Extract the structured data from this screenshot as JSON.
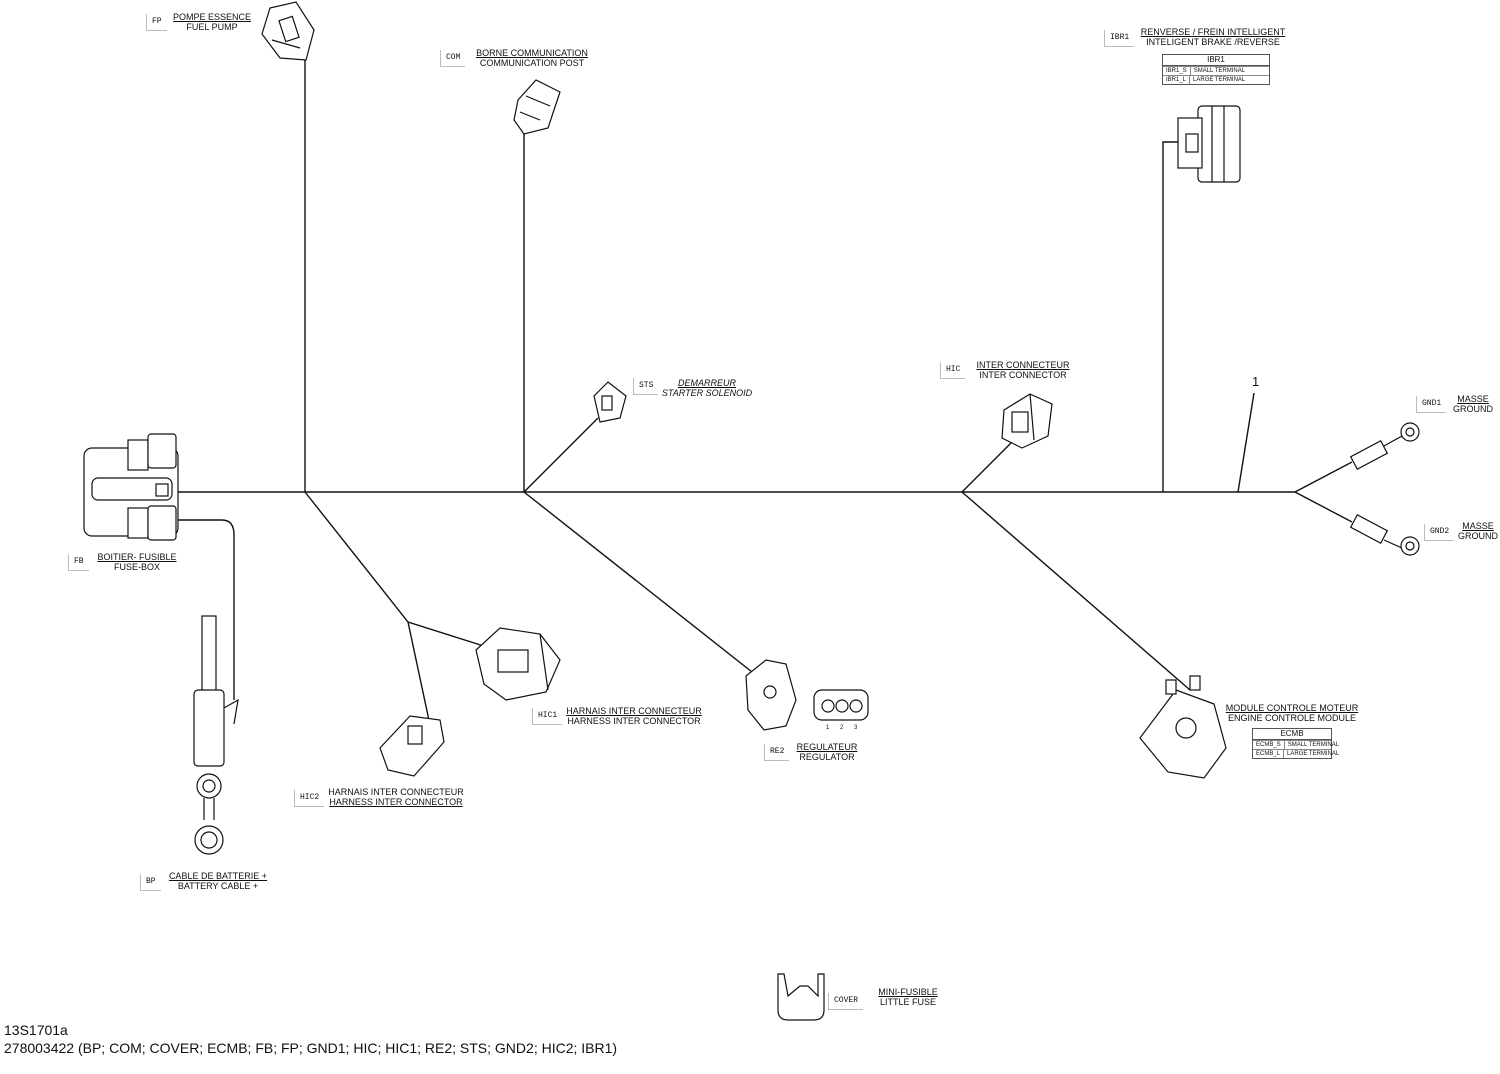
{
  "connectors": {
    "fp": {
      "code": "FP",
      "fr": "POMPE ESSENCE",
      "en": "FUEL PUMP"
    },
    "com": {
      "code": "COM",
      "fr": "BORNE COMMUNICATION",
      "en": "COMMUNICATION POST"
    },
    "ibr1": {
      "code": "IBR1",
      "fr": "RENVERSE / FREIN INTELLIGENT",
      "en": "INTELIGENT BRAKE /REVERSE",
      "table": {
        "title": "IBR1",
        "rows": [
          [
            "IBR1_S",
            "SMALL TERMINAL"
          ],
          [
            "IBR1_L",
            "LARGE TERMINAL"
          ]
        ]
      }
    },
    "sts": {
      "code": "STS",
      "fr": "DEMARREUR",
      "en": "STARTER SOLENOID"
    },
    "hic": {
      "code": "HIC",
      "fr": "INTER CONNECTEUR",
      "en": "INTER CONNECTOR"
    },
    "gnd1": {
      "code": "GND1",
      "fr": "MASSE",
      "en": "GROUND"
    },
    "gnd2": {
      "code": "GND2",
      "fr": "MASSE",
      "en": "GROUND"
    },
    "fb": {
      "code": "FB",
      "fr": "BOITIER- FUSIBLE",
      "en": "FUSE-BOX"
    },
    "hic1": {
      "code": "HIC1",
      "fr": "HARNAIS INTER CONNECTEUR",
      "en": "HARNESS INTER CONNECTOR"
    },
    "re2": {
      "code": "RE2",
      "fr": "REGULATEUR",
      "en": "REGULATOR",
      "pins": [
        "1",
        "2",
        "3"
      ]
    },
    "ecmb": {
      "code": "ECMB",
      "fr": "MODULE CONTROLE MOTEUR",
      "en": "ENGINE CONTROLE MODULE",
      "table": {
        "title": "ECMB",
        "rows": [
          [
            "ECMB_S",
            "SMALL TERMINAL"
          ],
          [
            "ECMB_L",
            "LARGE TERMINAL"
          ]
        ]
      }
    },
    "hic2": {
      "code": "HIC2",
      "fr": "HARNAIS INTER CONNECTEUR",
      "en": "HARNESS INTER CONNECTOR"
    },
    "bp": {
      "code": "BP",
      "fr": "CABLE DE BATTERIE +",
      "en": "BATTERY CABLE +"
    },
    "cover": {
      "code": "COVER",
      "fr": "MINI-FUSIBLE",
      "en": "LITTLE FUSE"
    }
  },
  "ref_number": "1",
  "footer": {
    "drawing_id": "13S1701a",
    "part_line": "278003422 (BP; COM; COVER; ECMB; FB; FP; GND1; HIC; HIC1; RE2; STS; GND2; HIC2; IBR1)"
  }
}
